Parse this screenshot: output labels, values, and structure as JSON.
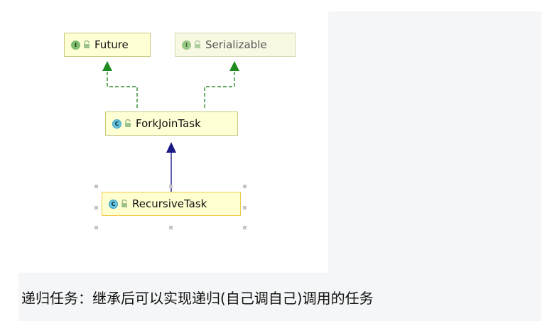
{
  "diagram": {
    "nodes": [
      {
        "name": "Future",
        "kind": "I",
        "style": "interface"
      },
      {
        "name": "Serializable",
        "kind": "I",
        "style": "interface-dim"
      },
      {
        "name": "ForkJoinTask",
        "kind": "C",
        "style": "class"
      },
      {
        "name": "RecursiveTask",
        "kind": "C",
        "style": "class-selected"
      }
    ],
    "edges": [
      {
        "from": "ForkJoinTask",
        "to": "Future",
        "type": "implements",
        "color": "#2e8b2e"
      },
      {
        "from": "ForkJoinTask",
        "to": "Serializable",
        "type": "implements",
        "color": "#2e8b2e"
      },
      {
        "from": "RecursiveTask",
        "to": "ForkJoinTask",
        "type": "extends",
        "color": "#1f1f8c"
      }
    ]
  },
  "colors": {
    "interface_badge": "#7fbd6f",
    "class_badge": "#67c4e1",
    "node_fill": "#ffffd6",
    "selection_border": "#f3c84c"
  },
  "caption": {
    "text": "递归任务：继承后可以实现递归(自己调自己)调用的任务"
  }
}
